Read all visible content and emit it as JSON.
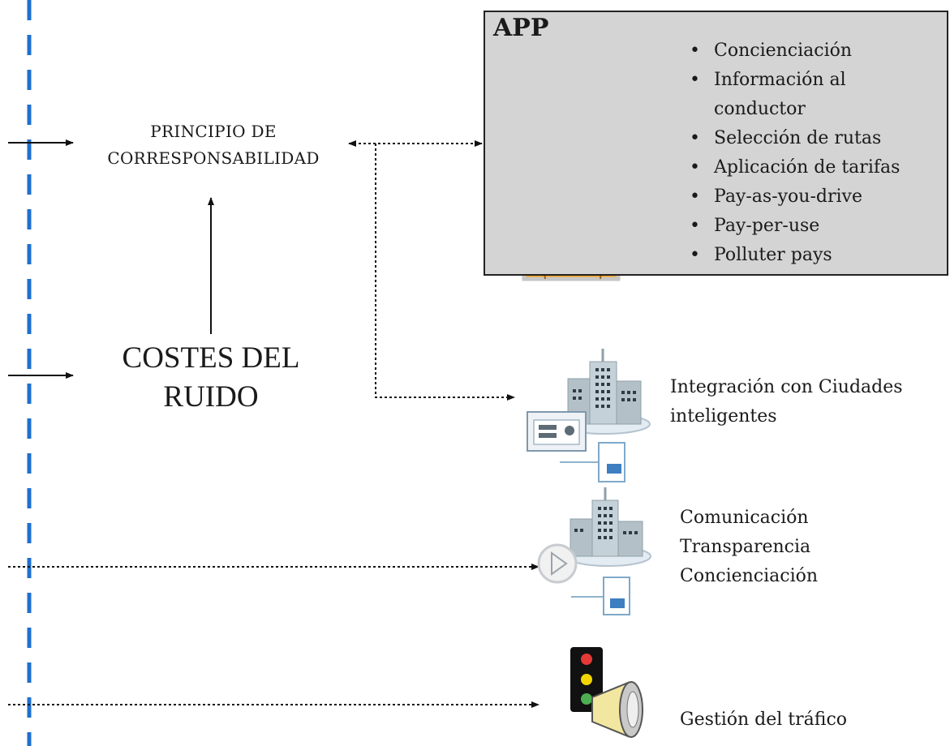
{
  "principio": {
    "line1": "PRINCIPIO DE",
    "line2": "CORRESPONSABILIDAD"
  },
  "costes": {
    "line1": "COSTES DEL",
    "line2": "RUIDO"
  },
  "app": {
    "title": "APP",
    "items": [
      "Concienciación",
      "Información al conductor",
      "Selección de rutas",
      "Aplicación de tarifas",
      "Pay-as-you-drive",
      "Pay-per-use",
      "Polluter pays"
    ],
    "item_lines": {
      "i0": "Concienciación",
      "i1a": "Información al",
      "i1b": "conductor",
      "i2": "Selección de rutas",
      "i3": "Aplicación de tarifas",
      "i4": "Pay-as-you-drive",
      "i5": "Pay-per-use",
      "i6": "Polluter pays"
    }
  },
  "integracion": {
    "line1": "Integración con Ciudades",
    "line2": "inteligentes"
  },
  "comunicacion": {
    "line1": "Comunicación",
    "line2": "Transparencia",
    "line3": "Concienciación"
  },
  "gestion": {
    "label": "Gestión del tráfico"
  },
  "colors": {
    "divider": "#1f6fd0",
    "app_bg": "#d4d4d4",
    "person": "#f5a623",
    "building": "#8fa0a8",
    "traffic_red": "#e53935",
    "traffic_yellow": "#f2d500",
    "traffic_green": "#4caf50"
  },
  "icons": [
    "smartphone-icon",
    "person-icon",
    "document-icon",
    "city-buildings-icon",
    "id-card-icon",
    "play-icon",
    "traffic-light-icon",
    "megaphone-icon"
  ]
}
